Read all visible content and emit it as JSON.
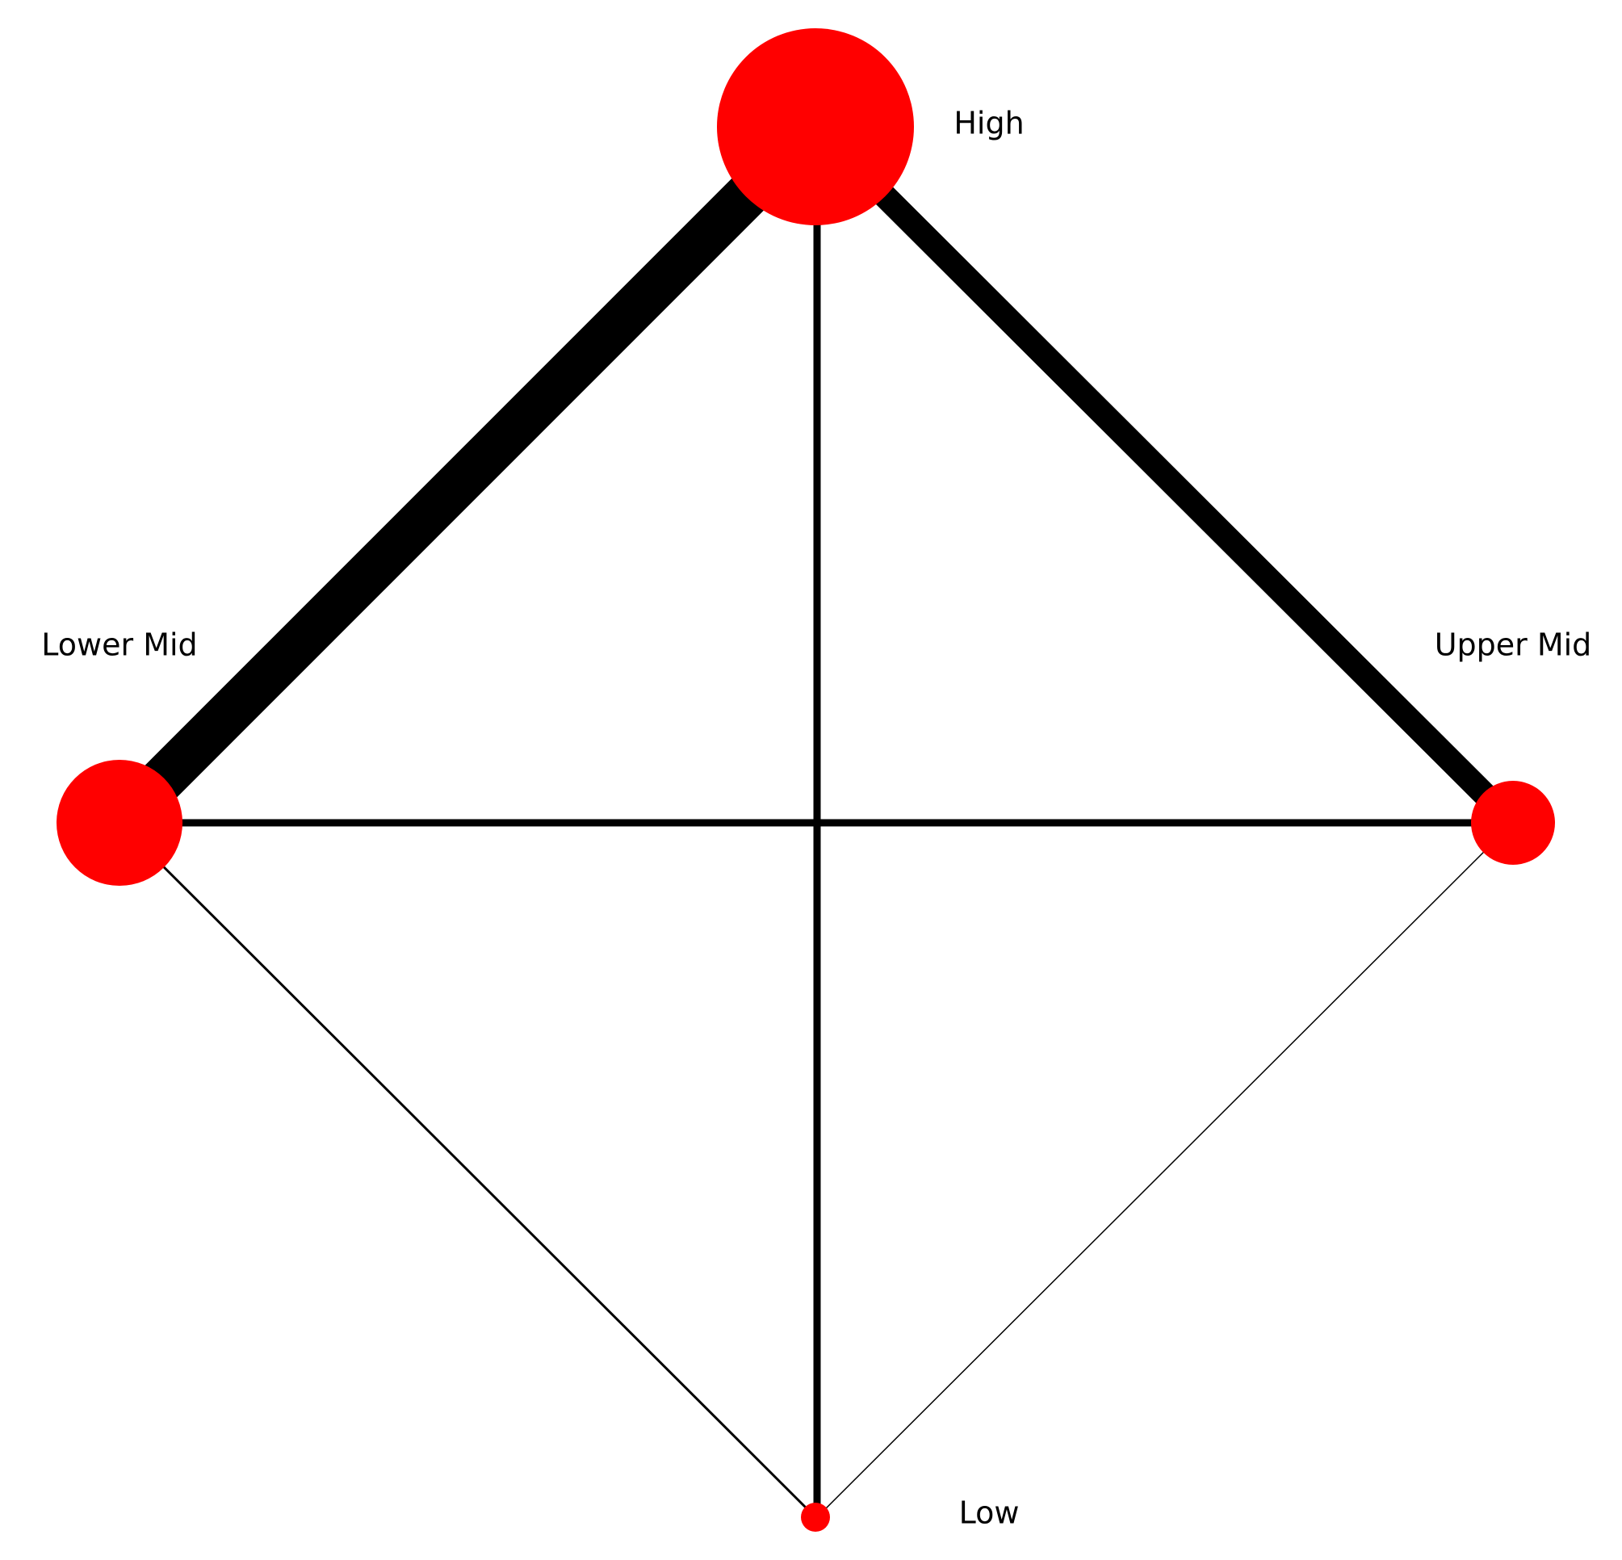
{
  "diagram": {
    "node_color": "#ff0000",
    "edge_color": "#000000",
    "background": "#ffffff",
    "nodes": {
      "high": {
        "label": "High"
      },
      "lower_mid": {
        "label": "Lower Mid"
      },
      "upper_mid": {
        "label": "Upper Mid"
      },
      "low": {
        "label": "Low"
      }
    },
    "edges": [
      {
        "from": "high",
        "to": "lower_mid",
        "weight": "heaviest"
      },
      {
        "from": "high",
        "to": "upper_mid",
        "weight": "heavy"
      },
      {
        "from": "high",
        "to": "low",
        "weight": "medium"
      },
      {
        "from": "lower_mid",
        "to": "upper_mid",
        "weight": "medium"
      },
      {
        "from": "lower_mid",
        "to": "low",
        "weight": "light"
      },
      {
        "from": "upper_mid",
        "to": "low",
        "weight": "lightest"
      }
    ]
  }
}
